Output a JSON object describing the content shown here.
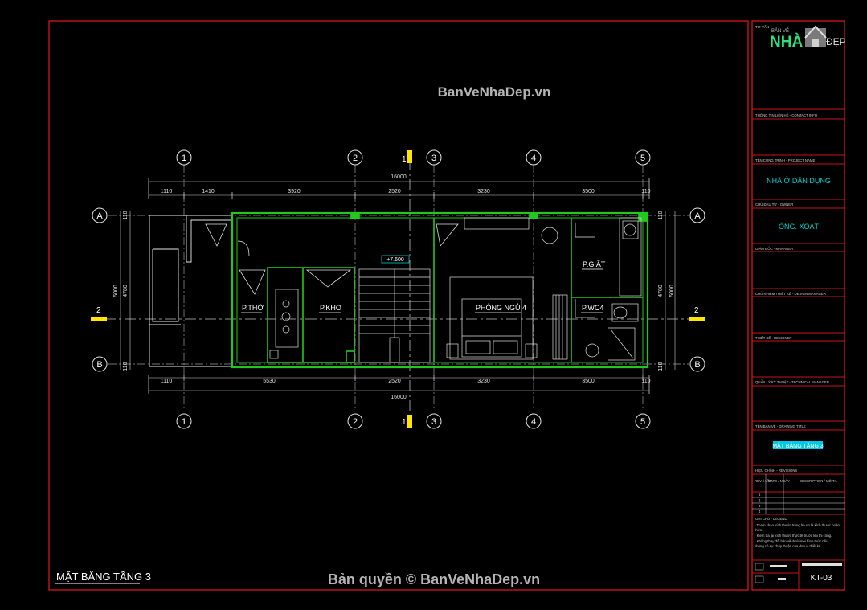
{
  "watermark_top": "BanVeNhaDep.vn",
  "watermark_bottom": "Bản quyền © BanVeNhaDep.vn",
  "sheet_title": "MẶT BẰNG TẦNG 3",
  "grid_columns": [
    "1",
    "2",
    "3",
    "4",
    "5"
  ],
  "grid_rows": [
    "A",
    "B"
  ],
  "section_marks": [
    "1",
    "2"
  ],
  "dims_top": [
    "1110",
    "1410",
    "3920",
    "2520",
    "3230",
    "3500",
    "110"
  ],
  "dims_bottom": [
    "1110",
    "5530",
    "2520",
    "3230",
    "3500",
    "110"
  ],
  "dims_total": "16000",
  "dims_side_left": [
    "110",
    "5000",
    "4780",
    "110"
  ],
  "dims_side_right": [
    "110",
    "4780",
    "5000",
    "110"
  ],
  "level_tag": "+7.600",
  "rooms": {
    "tho": "P.THỜ",
    "kho": "P.KHO",
    "ngu4": "PHÒNG NGỦ 4",
    "giat": "P.GIẶT",
    "wc4": "P.WC4"
  },
  "titleblock": {
    "logo_small": "BẢN VẼ",
    "logo_nha": "NHÀ",
    "logo_dep": "ĐẸP",
    "row_consultant": "TƯ VẤN",
    "contact_label": "THÔNG TIN LIÊN HỆ - CONTACT INFO",
    "project_label": "TÊN CÔNG TRÌNH - PROJECT NAME",
    "project_name": "NHÀ Ở DÂN DỤNG",
    "owner_label": "CHỦ ĐẦU TƯ - OWNER",
    "owner_name": "ÔNG. XOẠT",
    "manager_label": "GIÁM ĐỐC - MANAGER",
    "design_manager_label": "CHỦ NHIỆM THIẾT KẾ - DESIGN MANAGER",
    "designer_label": "THIẾT KẾ - DESIGNER",
    "tech_manager_label": "QUẢN LÝ KỸ THUẬT - TECHNICAL MANAGER",
    "drawing_title_label": "TÊN BẢN VẼ - DRAWING TITLE",
    "drawing_title": "MẶT BẰNG TẦNG 3",
    "revision_label": "HIỆU CHỈNH - REVISIONS",
    "rev_col1": "REV. / LẦN",
    "rev_col2": "DATE / NGÀY",
    "rev_col3": "DESCRIPTION / MÔ TẢ",
    "rev_nums": [
      "1",
      "2",
      "3",
      "4"
    ],
    "legend_label": "GHI CHÚ - LEGEND",
    "notes": [
      "- Tham khảo kích thước trong hồ sơ là kích thước hoàn",
      "thiện.",
      "- Kiểm tra lại kích thước thực tế trước khi thi công.",
      "- Không thay đổi bản vẽ dưới mọi hình thức nếu",
      "không có sự chấp thuận của đơn vị thiết kế."
    ],
    "sheet_no": "KT-03"
  },
  "colors": {
    "frame": "#c8141e",
    "wall": "#22c81e",
    "axis": "#c8c8c8",
    "dim": "#dcdcdc",
    "tag": "#00d0d0",
    "section": "#ffe600"
  }
}
